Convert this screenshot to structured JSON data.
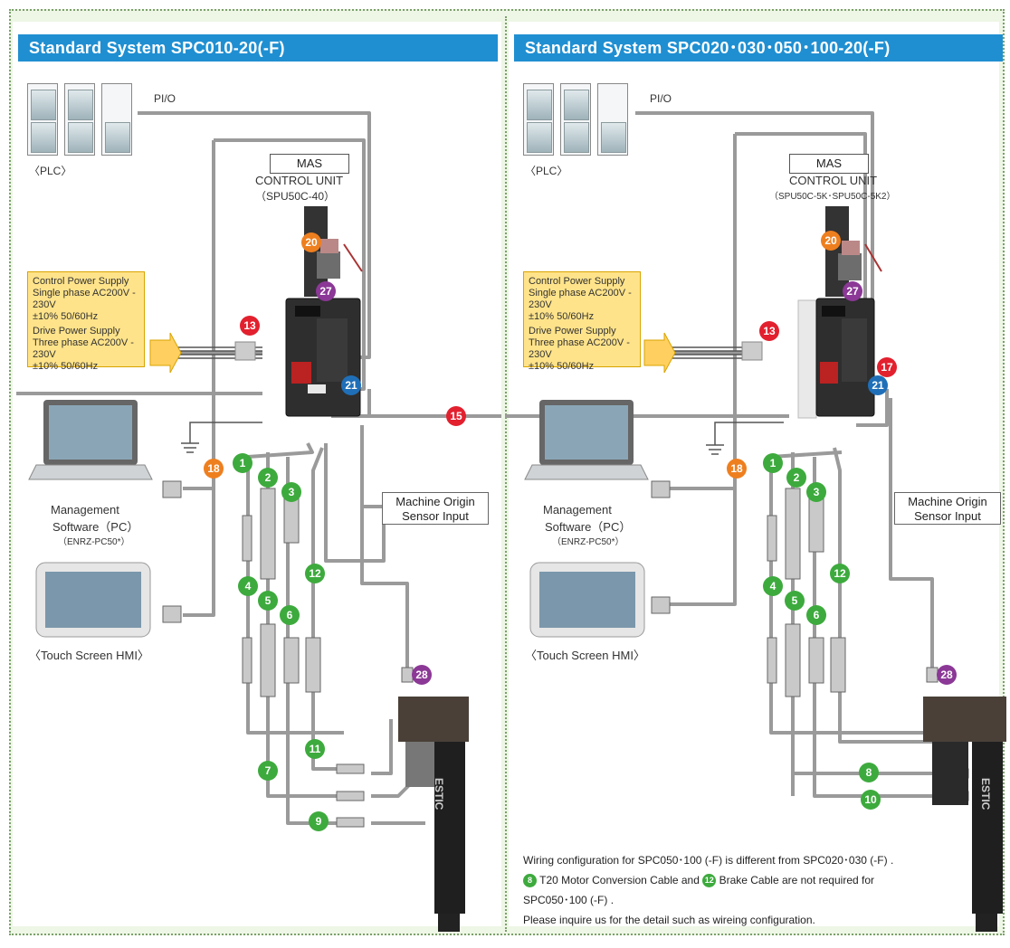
{
  "left": {
    "title": "Standard System SPC010-20(-F)",
    "pio_label": "PI/O",
    "plc_label": "〈PLC〉",
    "mas_box": "MAS",
    "control_unit": "CONTROL UNIT",
    "control_model": "（SPU50C-40）",
    "power": [
      "Control Power Supply",
      "Single phase AC200V - 230V",
      "±10% 50/60Hz",
      "Drive Power Supply",
      "Three phase AC200V - 230V",
      "±10% 50/60Hz"
    ],
    "pc_label_1": "Management",
    "pc_label_2": "Software（PC）",
    "pc_model": "（ENRZ-PC50*）",
    "hmi_label": "〈Touch Screen HMI〉",
    "origin_label": [
      "Machine Origin",
      "Sensor Input"
    ],
    "tool_brand": "ESTIC"
  },
  "right": {
    "title": "Standard System SPC020･030･050･100-20(-F)",
    "pio_label": "PI/O",
    "plc_label": "〈PLC〉",
    "mas_box": "MAS",
    "control_unit": "CONTROL UNIT",
    "control_model": "（SPU50C-5K･SPU50C-5K2）",
    "power": [
      "Control Power Supply",
      "Single phase AC200V - 230V",
      "±10% 50/60Hz",
      "Drive Power Supply",
      "Three phase AC200V - 230V",
      "±10% 50/60Hz"
    ],
    "pc_label_1": "Management",
    "pc_label_2": "Software（PC）",
    "pc_model": "（ENRZ-PC50*）",
    "hmi_label": "〈Touch Screen HMI〉",
    "origin_label": [
      "Machine Origin",
      "Sensor Input"
    ],
    "tool_brand": "ESTIC",
    "note_line1": "Wiring configuration for SPC050･100 (-F) is different from SPC020･030 (-F) .",
    "note_num_a": "8",
    "note_line2a": "T20 Motor Conversion Cable and",
    "note_num_b": "12",
    "note_line2b": "Brake Cable are not required for",
    "note_line3": "SPC050･100 (-F) .",
    "note_line4": "Please inquire us for the detail such as wireing configuration."
  },
  "callouts_left": [
    {
      "n": "20",
      "c": "#ee7f1f"
    },
    {
      "n": "27",
      "c": "#8b3896"
    },
    {
      "n": "13",
      "c": "#e2202e"
    },
    {
      "n": "21",
      "c": "#1f6fb8"
    },
    {
      "n": "18",
      "c": "#ee7f1f"
    },
    {
      "n": "1",
      "c": "#3daa3d"
    },
    {
      "n": "2",
      "c": "#3daa3d"
    },
    {
      "n": "3",
      "c": "#3daa3d"
    },
    {
      "n": "12",
      "c": "#3daa3d"
    },
    {
      "n": "4",
      "c": "#3daa3d"
    },
    {
      "n": "5",
      "c": "#3daa3d"
    },
    {
      "n": "6",
      "c": "#3daa3d"
    },
    {
      "n": "28",
      "c": "#8b3896"
    },
    {
      "n": "11",
      "c": "#3daa3d"
    },
    {
      "n": "7",
      "c": "#3daa3d"
    },
    {
      "n": "9",
      "c": "#3daa3d"
    }
  ],
  "callouts_right": [
    {
      "n": "20",
      "c": "#ee7f1f"
    },
    {
      "n": "27",
      "c": "#8b3896"
    },
    {
      "n": "13",
      "c": "#e2202e"
    },
    {
      "n": "17",
      "c": "#e2202e"
    },
    {
      "n": "21",
      "c": "#1f6fb8"
    },
    {
      "n": "18",
      "c": "#ee7f1f"
    },
    {
      "n": "1",
      "c": "#3daa3d"
    },
    {
      "n": "2",
      "c": "#3daa3d"
    },
    {
      "n": "3",
      "c": "#3daa3d"
    },
    {
      "n": "12",
      "c": "#3daa3d"
    },
    {
      "n": "4",
      "c": "#3daa3d"
    },
    {
      "n": "5",
      "c": "#3daa3d"
    },
    {
      "n": "6",
      "c": "#3daa3d"
    },
    {
      "n": "28",
      "c": "#8b3896"
    },
    {
      "n": "8",
      "c": "#3daa3d"
    },
    {
      "n": "10",
      "c": "#3daa3d"
    }
  ],
  "callout_15": {
    "n": "15",
    "c": "#e2202e"
  },
  "colors": {
    "frame": "#eef6e6",
    "title_bar": "#1f8fd2",
    "cable": "#9a9a9a",
    "power_box": "#ffe38a"
  }
}
